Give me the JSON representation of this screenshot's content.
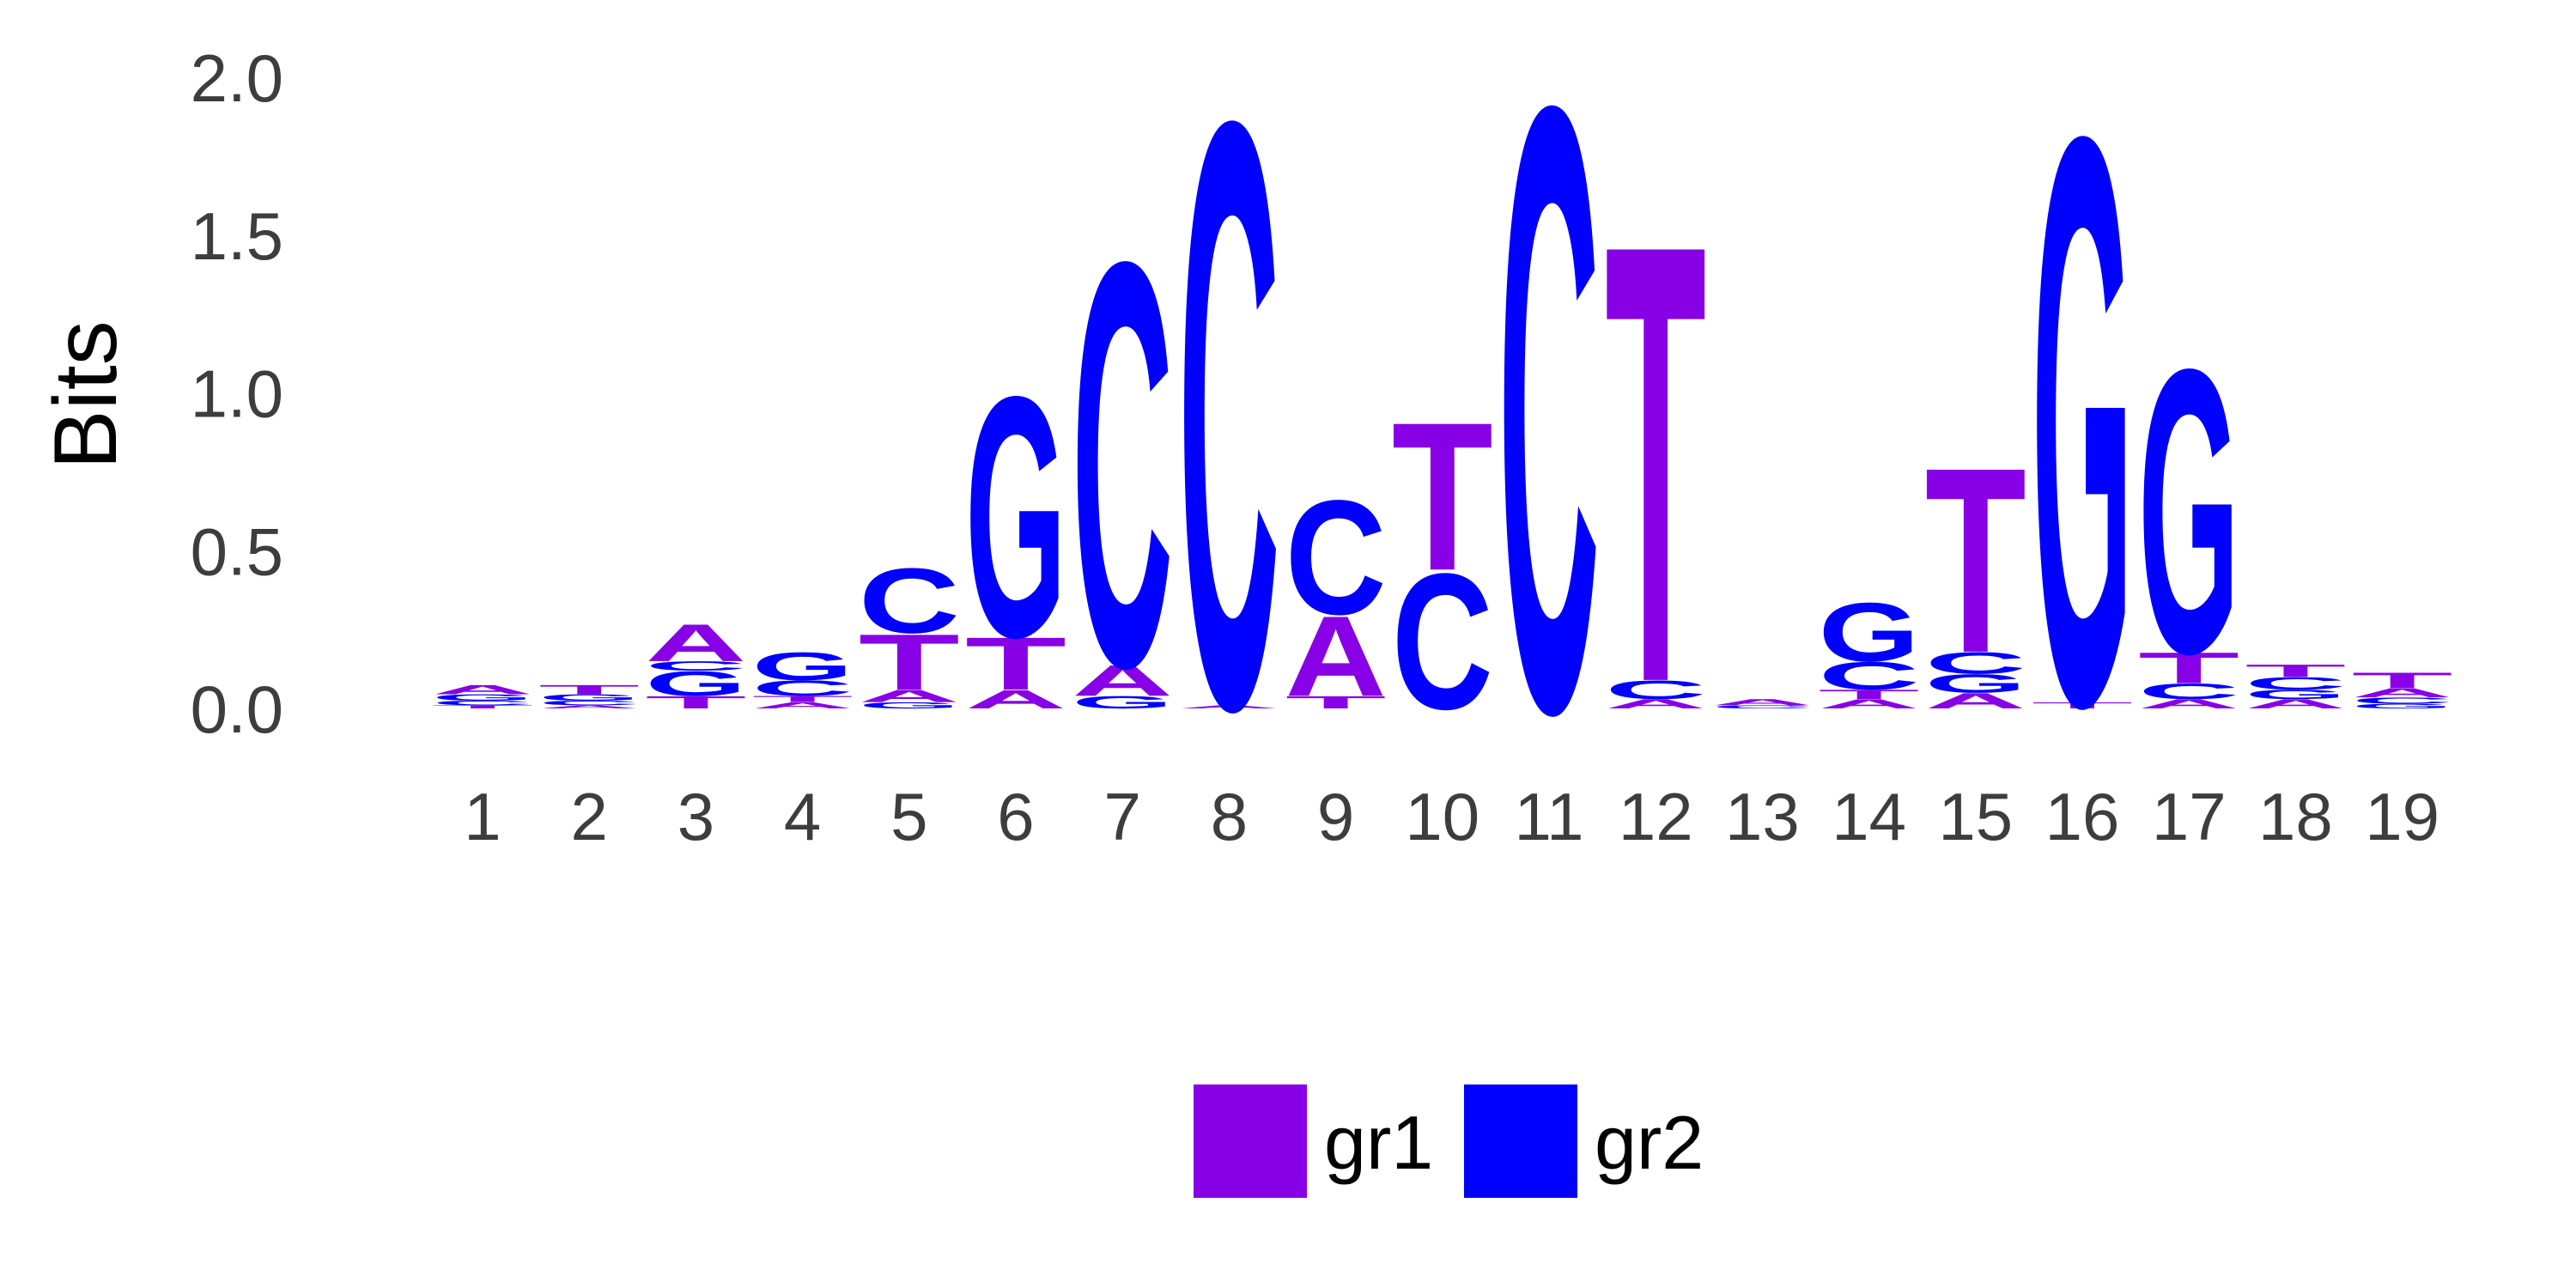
{
  "chart_data": {
    "type": "sequence-logo",
    "ylabel": "Bits",
    "ylim": [
      0,
      2
    ],
    "yticks": [
      "0.0",
      "0.5",
      "1.0",
      "1.5",
      "2.0"
    ],
    "grid": false,
    "legend_position": "bottom",
    "groups": [
      {
        "name": "gr1",
        "color": "#8800e6"
      },
      {
        "name": "gr2",
        "color": "#0000ff"
      }
    ],
    "positions": [
      {
        "label": "1",
        "letters": [
          {
            "l": "T",
            "g": "gr1",
            "h": 0.01
          },
          {
            "l": "C",
            "g": "gr2",
            "h": 0.015
          },
          {
            "l": "G",
            "g": "gr2",
            "h": 0.02
          },
          {
            "l": "A",
            "g": "gr1",
            "h": 0.03
          }
        ]
      },
      {
        "label": "2",
        "letters": [
          {
            "l": "A",
            "g": "gr1",
            "h": 0.01
          },
          {
            "l": "C",
            "g": "gr2",
            "h": 0.015
          },
          {
            "l": "G",
            "g": "gr2",
            "h": 0.02
          },
          {
            "l": "T",
            "g": "gr1",
            "h": 0.03
          }
        ]
      },
      {
        "label": "3",
        "letters": [
          {
            "l": "T",
            "g": "gr1",
            "h": 0.04
          },
          {
            "l": "G",
            "g": "gr2",
            "h": 0.08
          },
          {
            "l": "C",
            "g": "gr2",
            "h": 0.03
          },
          {
            "l": "A",
            "g": "gr1",
            "h": 0.12
          }
        ]
      },
      {
        "label": "4",
        "letters": [
          {
            "l": "A",
            "g": "gr1",
            "h": 0.02
          },
          {
            "l": "T",
            "g": "gr1",
            "h": 0.02
          },
          {
            "l": "C",
            "g": "gr2",
            "h": 0.05
          },
          {
            "l": "G",
            "g": "gr2",
            "h": 0.09
          }
        ]
      },
      {
        "label": "5",
        "letters": [
          {
            "l": "G",
            "g": "gr2",
            "h": 0.02
          },
          {
            "l": "A",
            "g": "gr1",
            "h": 0.04
          },
          {
            "l": "T",
            "g": "gr1",
            "h": 0.18
          },
          {
            "l": "C",
            "g": "gr2",
            "h": 0.21
          }
        ]
      },
      {
        "label": "6",
        "letters": [
          {
            "l": "A",
            "g": "gr1",
            "h": 0.06
          },
          {
            "l": "T",
            "g": "gr1",
            "h": 0.17
          },
          {
            "l": "G",
            "g": "gr2",
            "h": 0.78
          }
        ]
      },
      {
        "label": "7",
        "letters": [
          {
            "l": "G",
            "g": "gr2",
            "h": 0.04
          },
          {
            "l": "A",
            "g": "gr1",
            "h": 0.1
          },
          {
            "l": "C",
            "g": "gr2",
            "h": 1.31
          }
        ]
      },
      {
        "label": "8",
        "letters": [
          {
            "l": "A",
            "g": "gr1",
            "h": 0.01
          },
          {
            "l": "C",
            "g": "gr2",
            "h": 1.9
          }
        ]
      },
      {
        "label": "9",
        "letters": [
          {
            "l": "T",
            "g": "gr1",
            "h": 0.04
          },
          {
            "l": "A",
            "g": "gr1",
            "h": 0.26
          },
          {
            "l": "C",
            "g": "gr2",
            "h": 0.37
          }
        ]
      },
      {
        "label": "10",
        "letters": [
          {
            "l": "C",
            "g": "gr2",
            "h": 0.44
          },
          {
            "l": "T",
            "g": "gr1",
            "h": 0.48
          }
        ]
      },
      {
        "label": "11",
        "letters": [
          {
            "l": "C",
            "g": "gr2",
            "h": 1.96
          }
        ]
      },
      {
        "label": "12",
        "letters": [
          {
            "l": "A",
            "g": "gr1",
            "h": 0.03
          },
          {
            "l": "C",
            "g": "gr2",
            "h": 0.06
          },
          {
            "l": "T",
            "g": "gr1",
            "h": 1.42
          }
        ]
      },
      {
        "label": "13",
        "letters": [
          {
            "l": "C",
            "g": "gr2",
            "h": 0.01
          },
          {
            "l": "A",
            "g": "gr1",
            "h": 0.02
          }
        ]
      },
      {
        "label": "14",
        "letters": [
          {
            "l": "A",
            "g": "gr1",
            "h": 0.03
          },
          {
            "l": "T",
            "g": "gr1",
            "h": 0.03
          },
          {
            "l": "C",
            "g": "gr2",
            "h": 0.09
          },
          {
            "l": "G",
            "g": "gr2",
            "h": 0.19
          }
        ]
      },
      {
        "label": "15",
        "letters": [
          {
            "l": "A",
            "g": "gr1",
            "h": 0.05
          },
          {
            "l": "G",
            "g": "gr2",
            "h": 0.06
          },
          {
            "l": "C",
            "g": "gr2",
            "h": 0.07
          },
          {
            "l": "T",
            "g": "gr1",
            "h": 0.6
          }
        ]
      },
      {
        "label": "16",
        "letters": [
          {
            "l": "T",
            "g": "gr1",
            "h": 0.02
          },
          {
            "l": "G",
            "g": "gr2",
            "h": 1.84
          }
        ]
      },
      {
        "label": "17",
        "letters": [
          {
            "l": "A",
            "g": "gr1",
            "h": 0.03
          },
          {
            "l": "C",
            "g": "gr2",
            "h": 0.05
          },
          {
            "l": "T",
            "g": "gr1",
            "h": 0.1
          },
          {
            "l": "G",
            "g": "gr2",
            "h": 0.92
          }
        ]
      },
      {
        "label": "18",
        "letters": [
          {
            "l": "A",
            "g": "gr1",
            "h": 0.03
          },
          {
            "l": "G",
            "g": "gr2",
            "h": 0.03
          },
          {
            "l": "C",
            "g": "gr2",
            "h": 0.04
          },
          {
            "l": "T",
            "g": "gr1",
            "h": 0.04
          }
        ]
      },
      {
        "label": "19",
        "letters": [
          {
            "l": "G",
            "g": "gr2",
            "h": 0.015
          },
          {
            "l": "C",
            "g": "gr2",
            "h": 0.02
          },
          {
            "l": "A",
            "g": "gr1",
            "h": 0.03
          },
          {
            "l": "T",
            "g": "gr1",
            "h": 0.05
          }
        ]
      }
    ]
  }
}
